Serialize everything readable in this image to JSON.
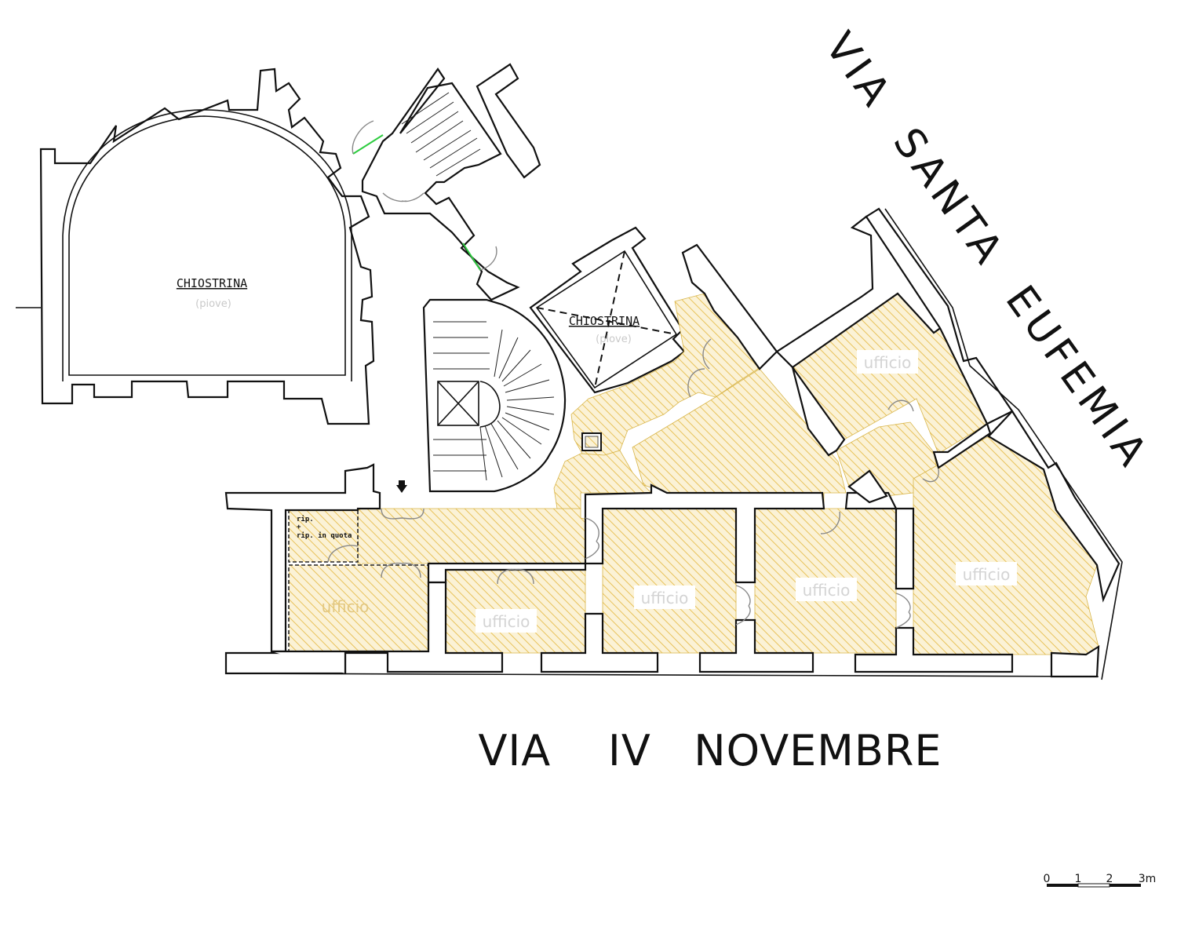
{
  "streets": {
    "south": "VIA    IV   NOVEMBRE",
    "east": "VIA  SANTA  EUFEMIA"
  },
  "courtyards": [
    {
      "name": "CHIOSTRINA",
      "note": "(piove)"
    },
    {
      "name": "CHIOSTRINA",
      "note": "(piove)"
    }
  ],
  "rooms": {
    "office_label": "ufficio",
    "storage_line1": "rip.",
    "storage_line2": "+",
    "storage_line3": "rip. in quota"
  },
  "scale_bar": {
    "ticks": [
      "0",
      "1",
      "2",
      "3m"
    ]
  },
  "colors": {
    "hatch": "#e8c25a",
    "fill": "#fbf2d6",
    "wall": "#111111",
    "door_green": "#2ecc40"
  }
}
